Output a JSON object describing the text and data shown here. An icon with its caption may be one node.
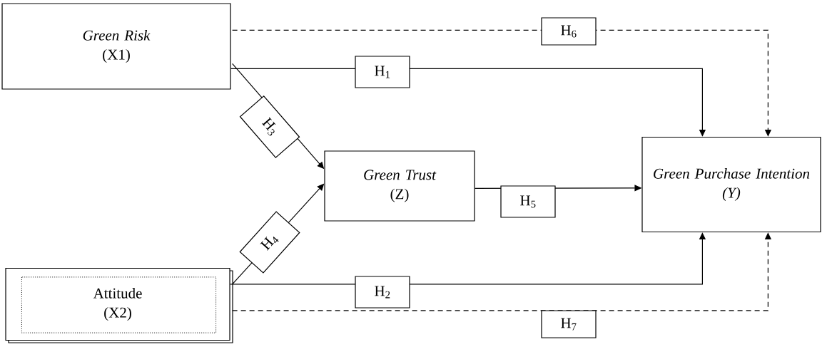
{
  "diagram": {
    "nodes": [
      {
        "text": [
          "Green Risk",
          "(X1)"
        ]
      },
      {
        "text": [
          "Attitude",
          "(X2)"
        ]
      },
      {
        "text": [
          "Green Trust",
          "(Z)"
        ]
      },
      {
        "text": [
          "Green Purchase Intention",
          "(Y)"
        ]
      }
    ],
    "edges": [
      {
        "from": 0,
        "to": 3,
        "arrow": "to",
        "label": "H$_{1}$"
      },
      {
        "from": 1,
        "to": 3,
        "arrow": "to",
        "label": "H$_{2}$"
      },
      {
        "from": 0,
        "to": 2,
        "arrow": "to",
        "label": "H$_{3}$"
      },
      {
        "from": 1,
        "to": 2,
        "arrow": "to",
        "label": "H$_{4}$"
      },
      {
        "from": 2,
        "to": 3,
        "arrow": "to",
        "label": "H$_{5}$"
      },
      {
        "from": 0,
        "to": 3,
        "arrow": "to",
        "label": "H$_{6}$",
        "style": "dashed"
      },
      {
        "from": 1,
        "to": 3,
        "arrow": "to",
        "label": "H$_{7}$",
        "style": "dashed"
      }
    ]
  }
}
